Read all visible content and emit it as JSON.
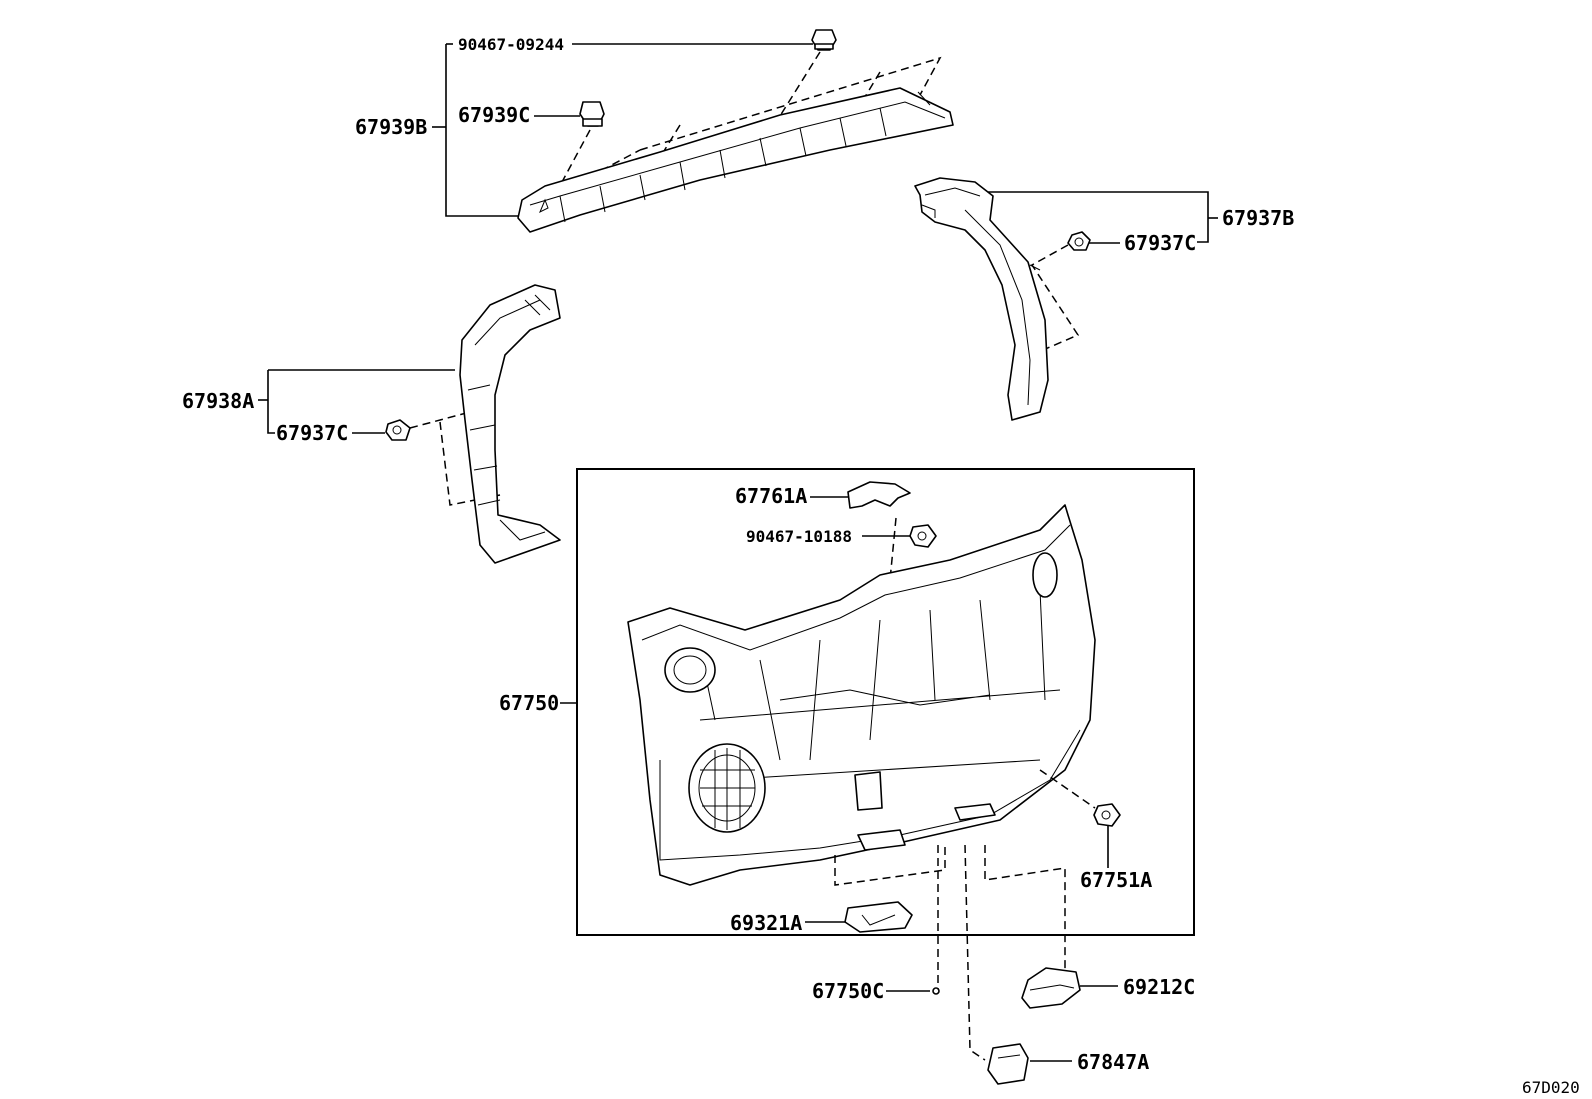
{
  "diagram_code": "67D020",
  "callouts": {
    "p90467_09244": "90467-09244",
    "p67939B": "67939B",
    "p67939C": "67939C",
    "p67937B": "67937B",
    "p67937C_right": "67937C",
    "p67938A": "67938A",
    "p67937C_left": "67937C",
    "p67761A": "67761A",
    "p90467_10188": "90467-10188",
    "p67750": "67750",
    "p67751A": "67751A",
    "p69321A": "69321A",
    "p67750C": "67750C",
    "p69212C": "69212C",
    "p67847A": "67847A"
  }
}
